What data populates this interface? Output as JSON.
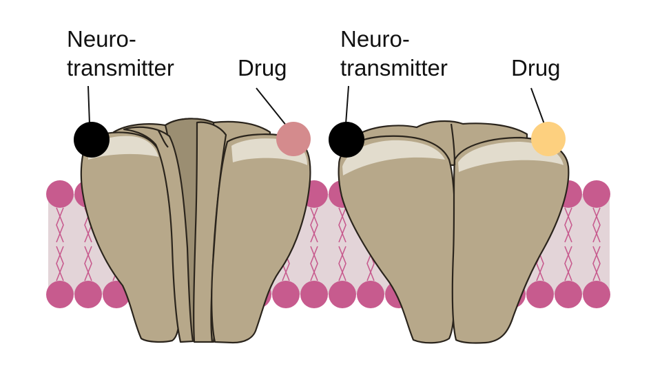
{
  "left_panel": {
    "neurotransmitter_label_line1": "Neuro-",
    "neurotransmitter_label_line2": "transmitter",
    "drug_label": "Drug",
    "drug_color": "#d48b8d"
  },
  "right_panel": {
    "neurotransmitter_label_line1": "Neuro-",
    "neurotransmitter_label_line2": "transmitter",
    "drug_label": "Drug",
    "drug_color": "#fdd07f"
  },
  "colors": {
    "lipid_head": "#c75b8e",
    "membrane_fill": "#e3d4d8",
    "lipid_tail": "#c75b8e",
    "protein_fill": "#b7a88a",
    "protein_dark": "#9b8e72",
    "protein_highlight": "#e2dccd",
    "outline": "#2a241c",
    "neurotransmitter": "#000000"
  }
}
